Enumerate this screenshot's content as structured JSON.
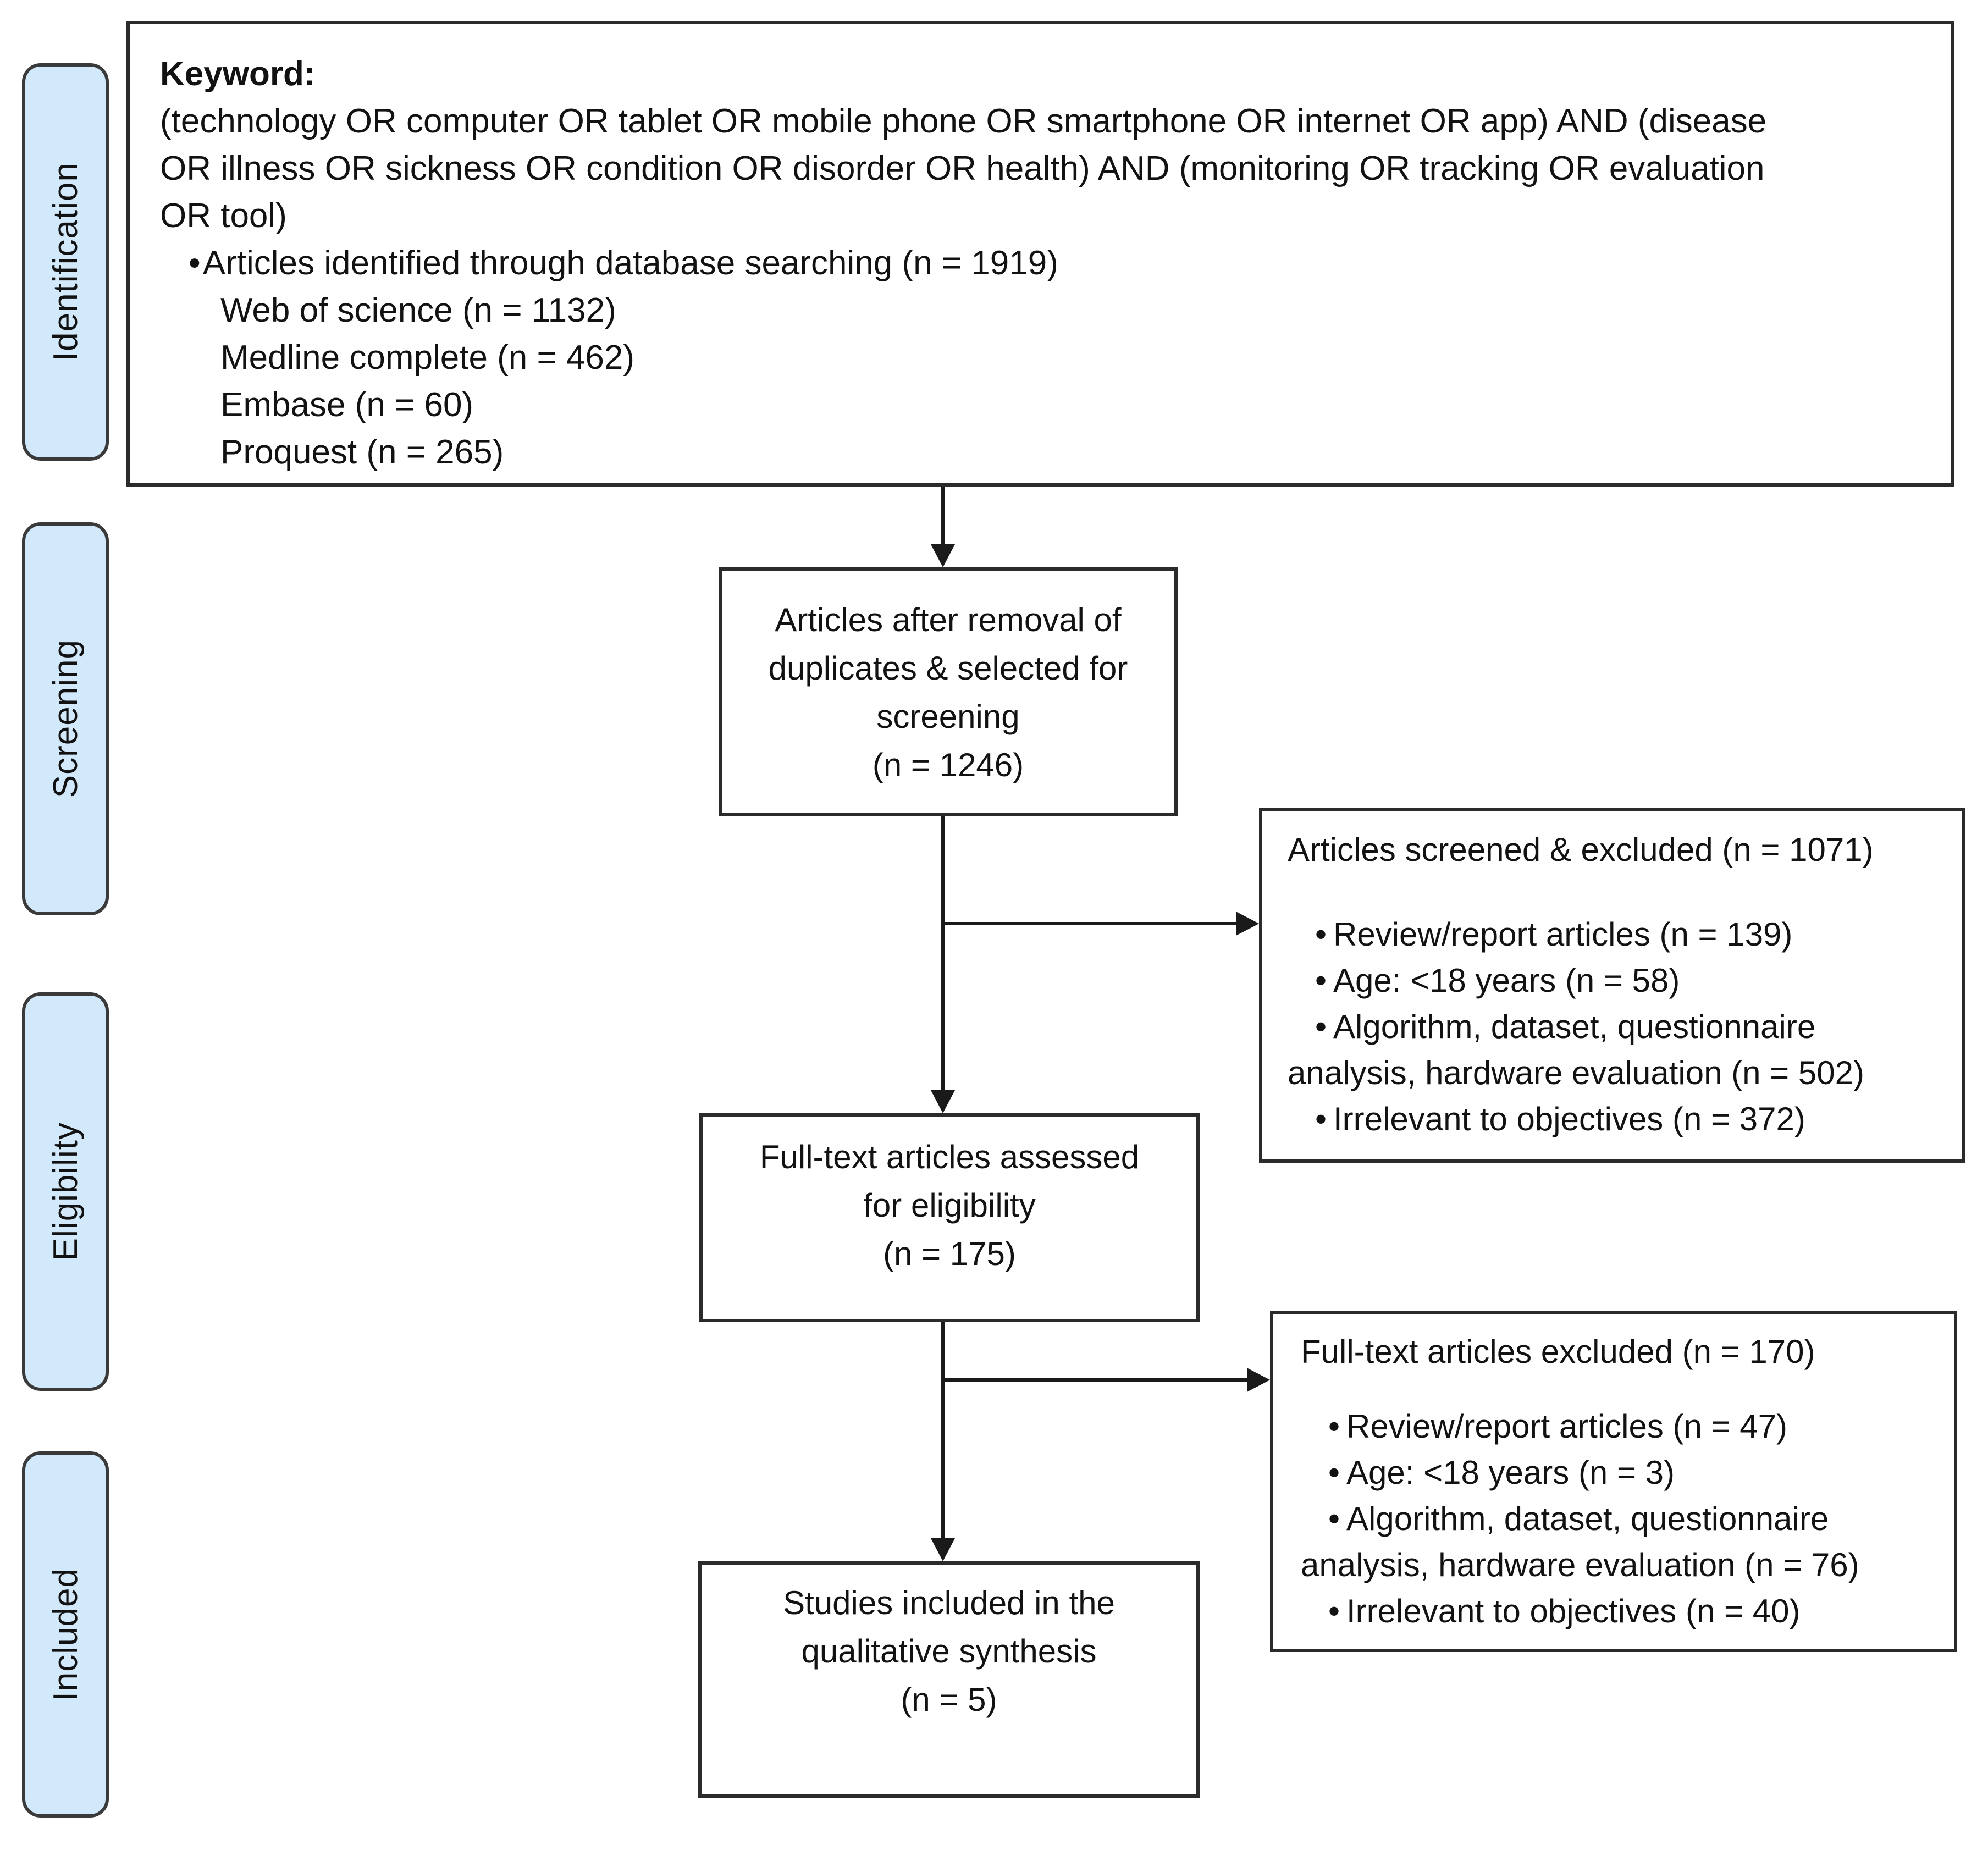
{
  "colors": {
    "label_fill": "#d2e9fb",
    "label_border": "#3a3a3a",
    "box_border": "#2b2b2b",
    "line_color": "#1a1a1a",
    "text_color": "#121212",
    "background": "#ffffff"
  },
  "stage_labels": [
    {
      "label": "Identification"
    },
    {
      "label": "Screening"
    },
    {
      "label": "Eligibility"
    },
    {
      "label": "Included"
    }
  ],
  "identification_box": {
    "heading": "Keyword:",
    "query_lines": [
      "(technology OR computer OR tablet OR mobile phone OR smartphone OR internet OR app) AND (disease",
      "OR illness OR sickness OR condition OR disorder OR health) AND (monitoring OR tracking OR evaluation",
      "OR tool)"
    ],
    "bullet": "•",
    "bullet_line": "Articles identified through database searching (n = 1919)",
    "sources": [
      "Web of science (n = 1132)",
      "Medline complete (n = 462)",
      "Embase (n = 60)",
      "Proquest (n = 265)"
    ]
  },
  "screening_box": {
    "lines": [
      "Articles after removal of",
      "duplicates & selected for",
      "screening",
      "(n = 1246)"
    ]
  },
  "screened_excluded_box": {
    "title": "Articles screened & excluded (n = 1071)",
    "bullet": "•",
    "items": [
      {
        "indent": "bullet",
        "text": "Review/report articles (n = 139)"
      },
      {
        "indent": "bullet",
        "text": "Age: <18 years (n = 58)"
      },
      {
        "indent": "bullet",
        "text": "Algorithm, dataset, questionnaire"
      },
      {
        "indent": "none",
        "text": "analysis, hardware evaluation (n = 502)"
      },
      {
        "indent": "bullet",
        "text": "Irrelevant to objectives (n = 372)"
      }
    ]
  },
  "eligibility_box": {
    "lines": [
      "Full-text articles assessed",
      "for eligibility",
      "(n = 175)"
    ]
  },
  "fulltext_excluded_box": {
    "title": "Full-text articles excluded (n = 170)",
    "bullet": "•",
    "items": [
      {
        "indent": "bullet",
        "text": "Review/report articles (n = 47)"
      },
      {
        "indent": "bullet",
        "text": "Age: <18 years (n = 3)"
      },
      {
        "indent": "bullet",
        "text": "Algorithm, dataset, questionnaire"
      },
      {
        "indent": "none",
        "text": "analysis, hardware evaluation (n = 76)"
      },
      {
        "indent": "bullet",
        "text": "Irrelevant to objectives (n = 40)"
      }
    ]
  },
  "included_box": {
    "lines": [
      "Studies included in the",
      "qualitative synthesis",
      "(n = 5)"
    ]
  }
}
